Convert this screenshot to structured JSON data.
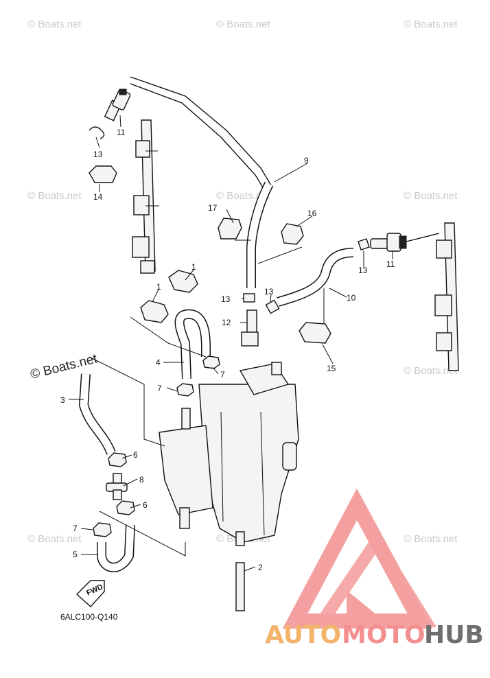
{
  "diagram_code": "6ALC100-Q140",
  "fwd_label": "FWD",
  "watermark": {
    "text": "© Boats.net",
    "repeat_text": "© Boats.net"
  },
  "logo": {
    "part1": "AUTO",
    "part2": "MOTO",
    "part3": "HUB",
    "colors": {
      "auto": "#f2b36a",
      "moto": "#f48f8f",
      "hub": "#6f6f6f"
    }
  },
  "callouts": {
    "c1a": "1",
    "c1b": "1",
    "c2": "2",
    "c3": "3",
    "c4": "4",
    "c5": "5",
    "c6a": "6",
    "c6b": "6",
    "c7a": "7",
    "c7b": "7",
    "c7c": "7",
    "c8": "8",
    "c9": "9",
    "c10": "10",
    "c11a": "11",
    "c11b": "11",
    "c12": "12",
    "c13a": "13",
    "c13b": "13",
    "c13c": "13",
    "c13d": "13",
    "c14": "14",
    "c15": "15",
    "c16": "16",
    "c17": "17"
  }
}
